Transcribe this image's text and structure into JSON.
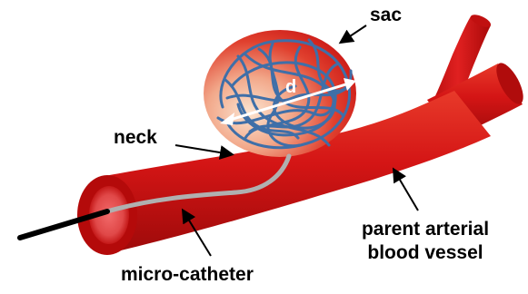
{
  "labels": {
    "sac": "sac",
    "neck": "neck",
    "diameter": "d",
    "parent_vessel_line1": "parent arterial",
    "parent_vessel_line2": "blood vessel",
    "catheter": "micro-catheter"
  },
  "colors": {
    "vessel_red": "#d41515",
    "vessel_dark": "#a80a0a",
    "sac_light": "#f7c9a6",
    "coil_blue": "#3f6fa8",
    "catheter_gray": "#b0b0b0",
    "catheter_wire": "#000000",
    "arrow_white": "#ffffff",
    "label_text": "#000000"
  }
}
